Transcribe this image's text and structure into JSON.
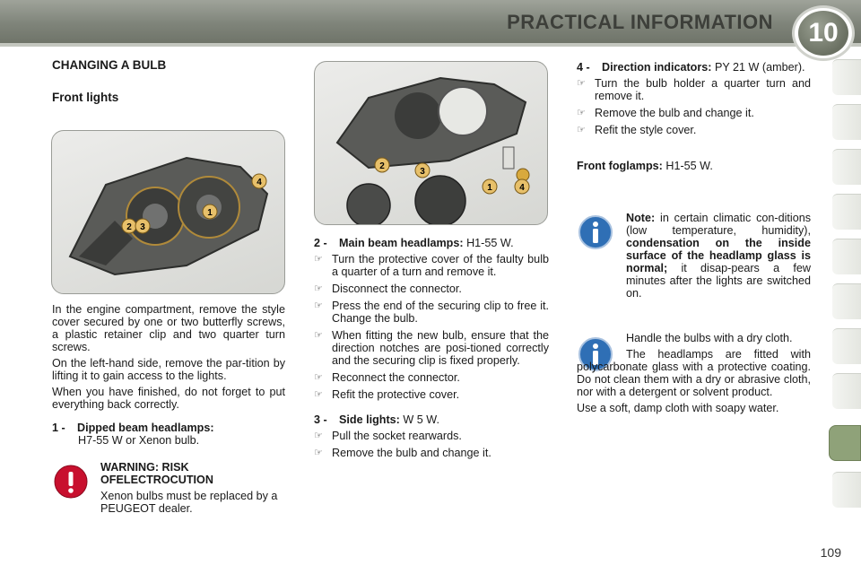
{
  "header": {
    "title": "PRACTICAL INFORMATION",
    "chapter": "10"
  },
  "left": {
    "title": "CHANGING A BULB",
    "subtitle": "Front lights",
    "paragraphs": [
      "In the engine compartment, remove the style cover secured by one or two butterfly screws, a plastic retainer clip and two quarter turn screws.",
      "On the left-hand side, remove the par-tition by lifting it to gain access to the lights.",
      "When you have finished, do not forget to put everything back correctly."
    ],
    "item1": {
      "num": "1 -",
      "label": "Dipped beam headlamps:",
      "value": "H7-55 W or Xenon bulb."
    },
    "warning": {
      "title": "WARNING: RISK OFELECTROCUTION",
      "text": "Xenon bulbs must be replaced by a PEUGEOT dealer."
    },
    "photo_labels": [
      "4",
      "1",
      "2",
      "3"
    ]
  },
  "middle": {
    "photo_labels": [
      "2",
      "3",
      "1",
      "4"
    ],
    "item2": {
      "num": "2 -",
      "label": "Main beam headlamps:",
      "value": "H1-55 W."
    },
    "item2_steps": [
      "Turn the protective cover of the faulty bulb a quarter of a turn and remove it.",
      "Disconnect the connector.",
      "Press the end of the securing clip to free it. Change the bulb.",
      "When fitting the new bulb, ensure that the direction notches are posi-tioned correctly and the securing clip is fixed properly.",
      "Reconnect the connector.",
      "Refit the protective cover."
    ],
    "item3": {
      "num": "3 -",
      "label": "Side lights:",
      "value": "W 5 W."
    },
    "item3_steps": [
      "Pull the socket rearwards.",
      "Remove the bulb and change it."
    ]
  },
  "right": {
    "item4": {
      "num": "4 -",
      "label": "Direction indicators:",
      "value": "PY 21 W (amber)."
    },
    "item4_steps": [
      "Turn the bulb holder a quarter turn and remove it.",
      "Remove the bulb and change it.",
      "Refit the style cover."
    ],
    "foglamps": {
      "label": "Front foglamps:",
      "value": "H1-55 W."
    },
    "note": {
      "lead": "Note:",
      "text1": "in certain climatic con-ditions (low temperature, humidity),",
      "bold": "condensation on the inside surface of the headlamp glass is normal;",
      "text2": "it disap-pears a few minutes after the lights are switched on."
    },
    "care": [
      "Handle the bulbs with a dry cloth.",
      "The headlamps are fitted with polycarbonate glass with a protective coating. Do not clean them with a dry or abrasive cloth, nor with a detergent or solvent product.",
      "Use a soft, damp cloth with soapy water."
    ]
  },
  "footer": {
    "page_number": "109"
  },
  "colors": {
    "header": "#7f847a",
    "accent_tab": "#8fa279",
    "warning_red": "#c8102e",
    "info_blue": "#2f6fb5"
  },
  "icons": [
    "pointing-hand-icon",
    "info-icon",
    "warning-icon"
  ]
}
